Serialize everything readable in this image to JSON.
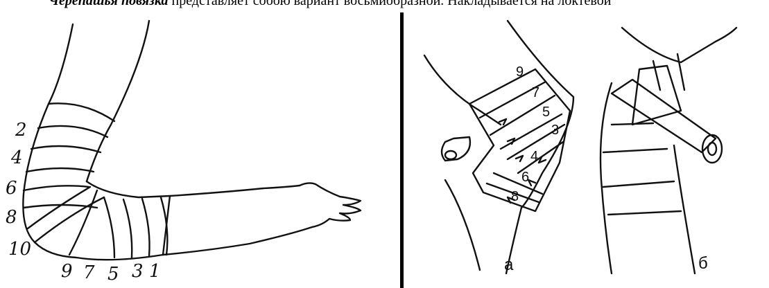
{
  "header": {
    "lead": "Черепашья повязка",
    "rest": " представляет собою вариант восьмиобразной. Накладывается на локтевой"
  },
  "left_figure": {
    "turn_labels_left": [
      "2",
      "4",
      "6",
      "8",
      "10"
    ],
    "turn_labels_bottom": [
      "9",
      "7",
      "5",
      "3",
      "1"
    ]
  },
  "right_figure": {
    "turns_a": [
      "9",
      "7",
      "5",
      "3",
      "4",
      "6",
      "8"
    ],
    "label_a": "а",
    "label_b": "б"
  }
}
